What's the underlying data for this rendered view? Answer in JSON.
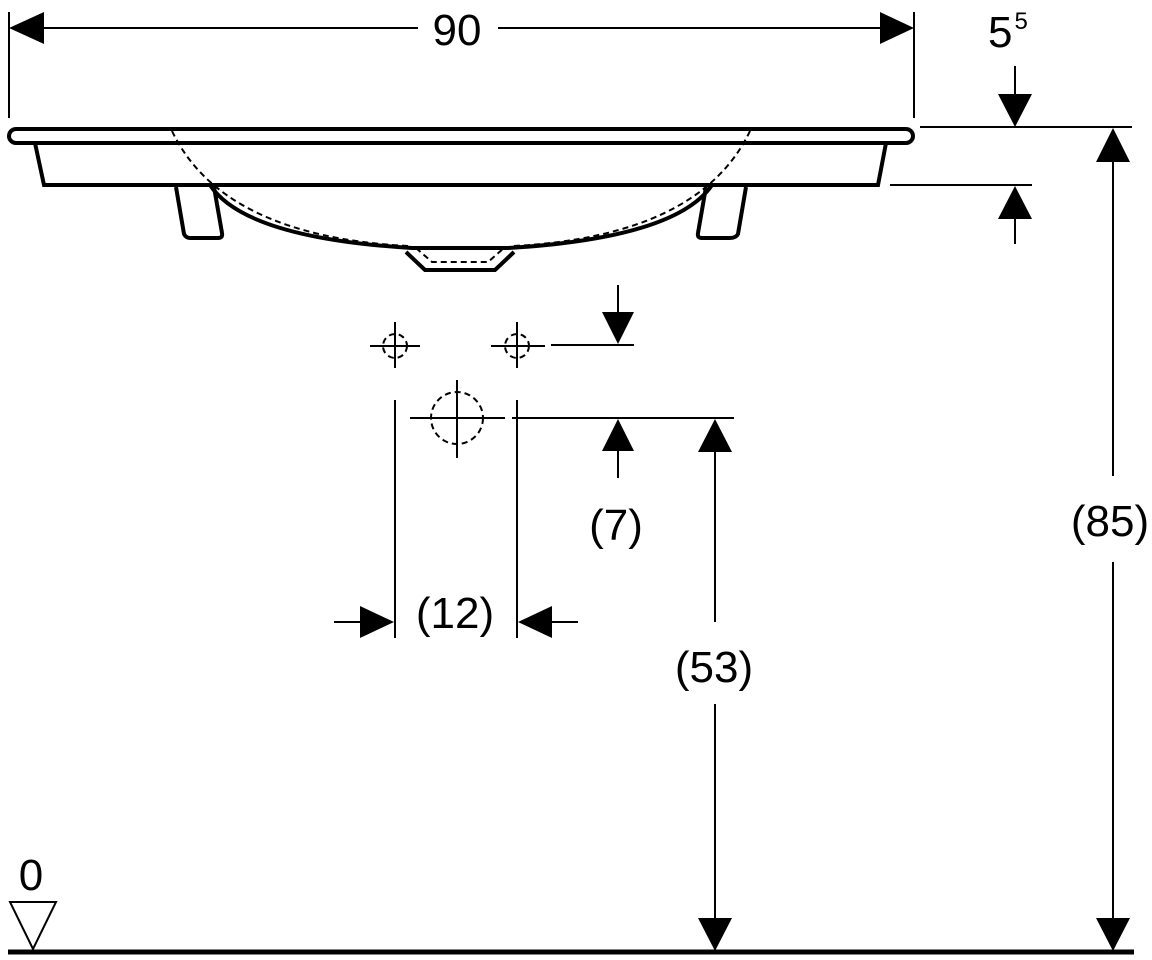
{
  "dimensions": {
    "overall_width": "90",
    "rim_thickness_main": "5",
    "rim_thickness_sup": "5",
    "overall_height": "(85)",
    "waste_height": "(53)",
    "tap_hole_spacing": "(12)",
    "tap_to_waste_offset": "(7)",
    "floor_level": "0"
  },
  "colors": {
    "line": "#000000",
    "background": "#ffffff"
  }
}
